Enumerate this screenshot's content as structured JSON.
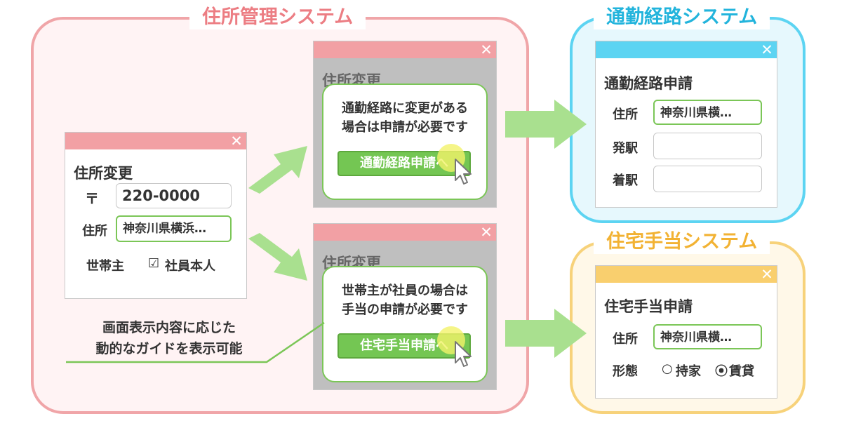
{
  "systems": {
    "address": {
      "title": "住所管理システム"
    },
    "commute": {
      "title": "通勤経路システム"
    },
    "housing": {
      "title": "住宅手当システム"
    }
  },
  "address_form": {
    "title": "住所変更",
    "postal_label": "〒",
    "postal_value": "220-0000",
    "address_label": "住所",
    "address_value": "神奈川県横浜…",
    "householder_label": "世帯主",
    "householder_checkbox": "☑",
    "householder_option": "社員本人"
  },
  "popup_commute": {
    "bg_title": "住所変更",
    "message_line1": "通勤経路に変更がある",
    "message_line2": "場合は申請が必要です",
    "button": "通勤経路申請へ"
  },
  "popup_housing": {
    "bg_title": "住所変更",
    "message_line1": "世帯主が社員の場合は",
    "message_line2": "手当の申請が必要です",
    "button": "住宅手当申請へ"
  },
  "commute_form": {
    "title": "通勤経路申請",
    "address_label": "住所",
    "address_value": "神奈川県横…",
    "departure_label": "発駅",
    "departure_value": "",
    "arrival_label": "着駅",
    "arrival_value": ""
  },
  "housing_form": {
    "title": "住宅手当申請",
    "address_label": "住所",
    "address_value": "神奈川県横…",
    "type_label": "形態",
    "option_own_mark": "○",
    "option_own": "持家",
    "option_rent_mark": "⦿",
    "option_rent": "賃貸"
  },
  "note": {
    "line1": "画面表示内容に応じた",
    "line2": "動的なガイドを表示可能"
  },
  "icons": {
    "close": "close-icon",
    "cursor": "cursor-icon",
    "arrow": "arrow-right-icon"
  },
  "colors": {
    "address_system": "#f0a5a8",
    "commute_system": "#5cd4f2",
    "housing_system": "#f7d27a",
    "guide_green": "#7bc657",
    "arrow_green": "#a9e08f"
  },
  "close_glyph": "✕"
}
